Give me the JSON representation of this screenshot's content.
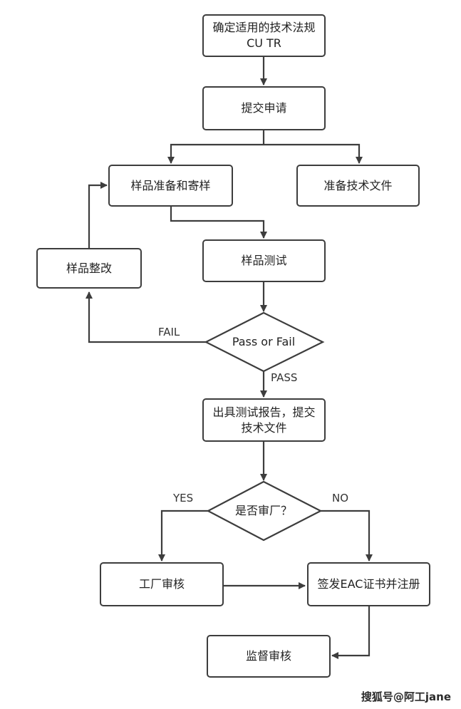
{
  "nodes": {
    "n1": "确定适用的技术法规CU TR",
    "n2": "提交申请",
    "n3": "样品准备和寄样",
    "n4": "准备技术文件",
    "n5": "样品测试",
    "n6": "样品整改",
    "d1": "Pass or Fail",
    "n7": "出具测试报告，提交技术文件",
    "d2": "是否审厂？",
    "n8": "工厂审核",
    "n9": "签发EAC证书并注册",
    "n10": "监督审核"
  },
  "edge_labels": {
    "fail": "FAIL",
    "pass": "PASS",
    "yes": "YES",
    "no": "NO"
  },
  "watermark": "搜狐号@阿工jane",
  "colors": {
    "line": "#3d3d3d",
    "text": "#222222",
    "background": "#ffffff"
  }
}
